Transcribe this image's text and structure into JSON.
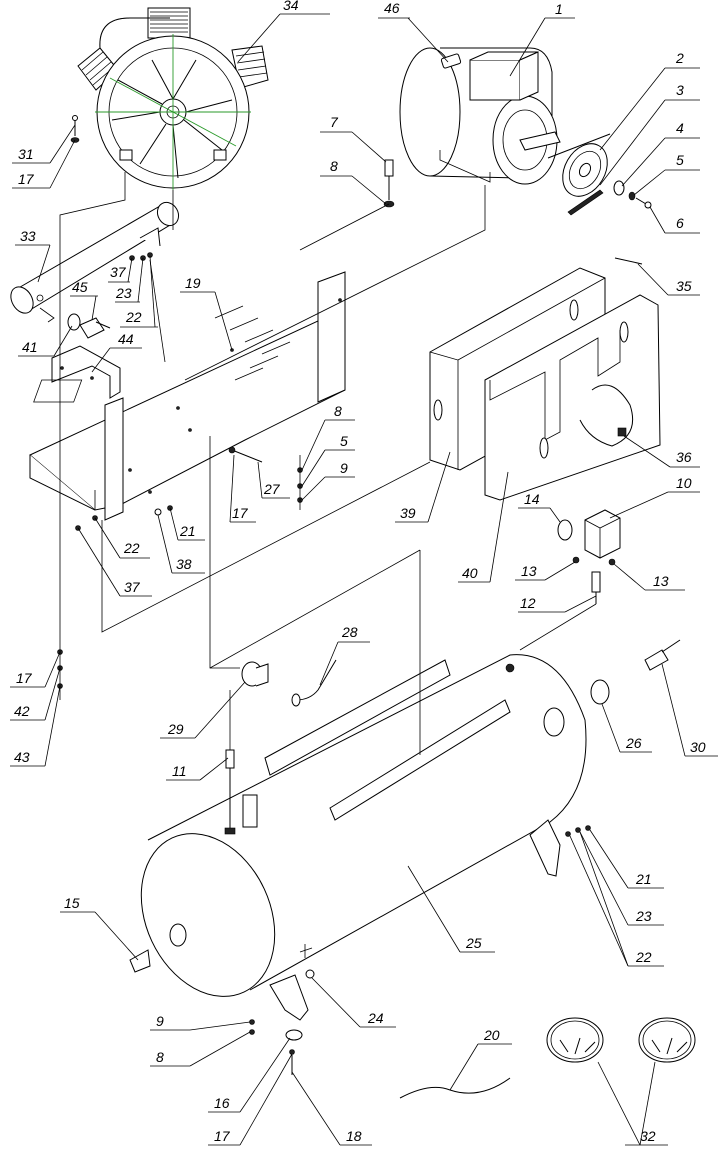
{
  "callouts": [
    {
      "id": "c1",
      "label": "1"
    },
    {
      "id": "c2",
      "label": "2"
    },
    {
      "id": "c3",
      "label": "3"
    },
    {
      "id": "c4",
      "label": "4"
    },
    {
      "id": "c5a",
      "label": "5"
    },
    {
      "id": "c6",
      "label": "6"
    },
    {
      "id": "c7",
      "label": "7"
    },
    {
      "id": "c8a",
      "label": "8"
    },
    {
      "id": "c46",
      "label": "46"
    },
    {
      "id": "c34",
      "label": "34"
    },
    {
      "id": "c31",
      "label": "31"
    },
    {
      "id": "c17a",
      "label": "17"
    },
    {
      "id": "c33",
      "label": "33"
    },
    {
      "id": "c37a",
      "label": "37"
    },
    {
      "id": "c23a",
      "label": "23"
    },
    {
      "id": "c22a",
      "label": "22"
    },
    {
      "id": "c45",
      "label": "45"
    },
    {
      "id": "c41",
      "label": "41"
    },
    {
      "id": "c44",
      "label": "44"
    },
    {
      "id": "c19",
      "label": "19"
    },
    {
      "id": "c35",
      "label": "35"
    },
    {
      "id": "c8b",
      "label": "8"
    },
    {
      "id": "c5b",
      "label": "5"
    },
    {
      "id": "c9a",
      "label": "9"
    },
    {
      "id": "c27",
      "label": "27"
    },
    {
      "id": "c17b",
      "label": "17"
    },
    {
      "id": "c21a",
      "label": "21"
    },
    {
      "id": "c22b",
      "label": "22"
    },
    {
      "id": "c38",
      "label": "38"
    },
    {
      "id": "c37b",
      "label": "37"
    },
    {
      "id": "c39",
      "label": "39"
    },
    {
      "id": "c36",
      "label": "36"
    },
    {
      "id": "c14",
      "label": "14"
    },
    {
      "id": "c10",
      "label": "10"
    },
    {
      "id": "c13a",
      "label": "13"
    },
    {
      "id": "c13b",
      "label": "13"
    },
    {
      "id": "c40",
      "label": "40"
    },
    {
      "id": "c12",
      "label": "12"
    },
    {
      "id": "c28",
      "label": "28"
    },
    {
      "id": "c29",
      "label": "29"
    },
    {
      "id": "c17c",
      "label": "17"
    },
    {
      "id": "c42",
      "label": "42"
    },
    {
      "id": "c43",
      "label": "43"
    },
    {
      "id": "c11",
      "label": "11"
    },
    {
      "id": "c26",
      "label": "26"
    },
    {
      "id": "c30",
      "label": "30"
    },
    {
      "id": "c21b",
      "label": "21"
    },
    {
      "id": "c23b",
      "label": "23"
    },
    {
      "id": "c22c",
      "label": "22"
    },
    {
      "id": "c25",
      "label": "25"
    },
    {
      "id": "c15",
      "label": "15"
    },
    {
      "id": "c24",
      "label": "24"
    },
    {
      "id": "c9b",
      "label": "9"
    },
    {
      "id": "c8c",
      "label": "8"
    },
    {
      "id": "c20",
      "label": "20"
    },
    {
      "id": "c16",
      "label": "16"
    },
    {
      "id": "c17d",
      "label": "17"
    },
    {
      "id": "c18",
      "label": "18"
    },
    {
      "id": "c32",
      "label": "32"
    }
  ]
}
